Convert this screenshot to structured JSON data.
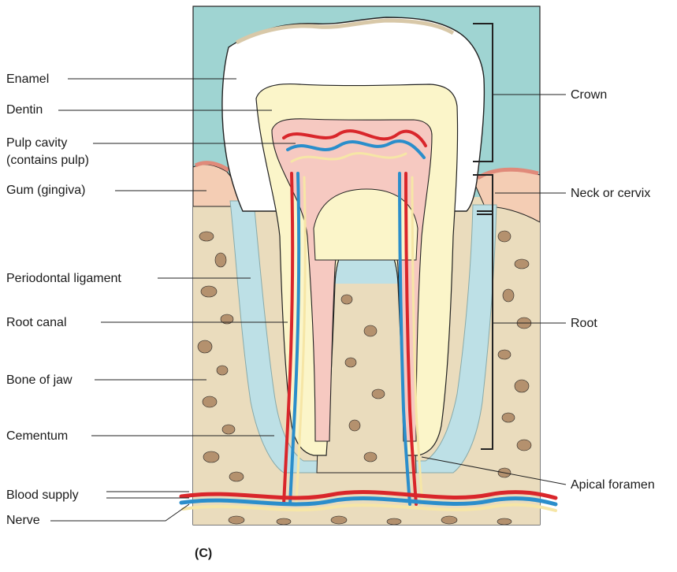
{
  "labels": {
    "enamel": "Enamel",
    "dentin": "Dentin",
    "pulp_cavity": "Pulp cavity",
    "pulp_cavity_note": "(contains pulp)",
    "gum": "Gum (gingiva)",
    "periodontal_ligament": "Periodontal ligament",
    "root_canal": "Root canal",
    "bone_of_jaw": "Bone of jaw",
    "cementum": "Cementum",
    "blood_supply": "Blood supply",
    "nerve": "Nerve",
    "crown": "Crown",
    "neck": "Neck or cervix",
    "root": "Root",
    "apical_foramen": "Apical foramen"
  },
  "caption": "(C)",
  "colors": {
    "background_panel": "#9fd4d2",
    "enamel": "#ffffff",
    "dentin": "#fbf5c9",
    "pulp": "#f6c9c1",
    "gum": "#f4cdb4",
    "bone": "#eadcbd",
    "bone_spots": "#b4916e",
    "ligament": "#bde0e6",
    "artery": "#d9262b",
    "vein": "#2b8ecb",
    "nerve": "#f6e6a6"
  }
}
